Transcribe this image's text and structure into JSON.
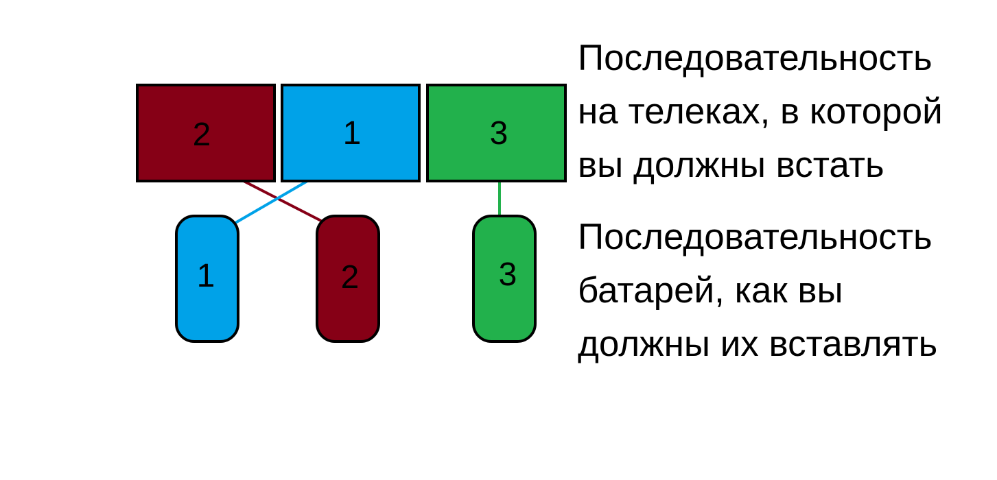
{
  "colors": {
    "red": "#860016",
    "blue": "#00a2e8",
    "green": "#22b14c",
    "outline": "#000000"
  },
  "tvs": [
    {
      "label": "2",
      "color": "red"
    },
    {
      "label": "1",
      "color": "blue"
    },
    {
      "label": "3",
      "color": "green"
    }
  ],
  "batteries": [
    {
      "label": "1",
      "color": "blue"
    },
    {
      "label": "2",
      "color": "red"
    },
    {
      "label": "3",
      "color": "green"
    }
  ],
  "connections": [
    {
      "from_tv": "2",
      "to_battery": "2",
      "color": "red"
    },
    {
      "from_tv": "1",
      "to_battery": "1",
      "color": "blue"
    },
    {
      "from_tv": "3",
      "to_battery": "3",
      "color": "green"
    }
  ],
  "captions": {
    "tv_order": [
      "Последовательность",
      "на телеках, в которой",
      "вы должны встать"
    ],
    "battery_order": [
      "Последовательность",
      "батарей, как вы",
      "должны их вставлять"
    ]
  }
}
